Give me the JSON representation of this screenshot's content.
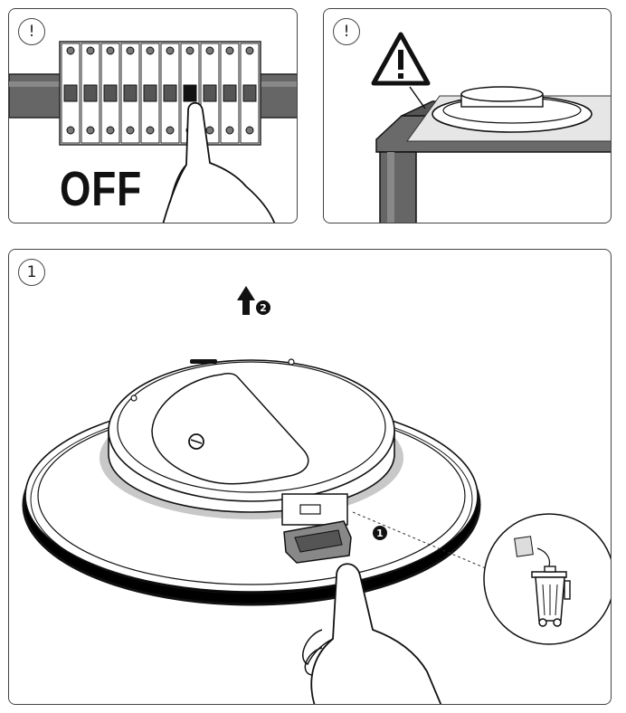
{
  "panels": [
    {
      "badge": "!",
      "caption": "OFF",
      "illustration": "circuit-breaker-switch-off"
    },
    {
      "badge": "!",
      "illustration": "warning-triangle-lamp-on-table"
    },
    {
      "badge": "1",
      "step_marker": "2",
      "step_marker_2": "1",
      "illustration": "remove-protective-clip-from-lamp"
    }
  ],
  "icons": [
    "warning-triangle-icon",
    "trash-bin-icon",
    "up-arrow-icon",
    "hand-pointer-icon"
  ]
}
